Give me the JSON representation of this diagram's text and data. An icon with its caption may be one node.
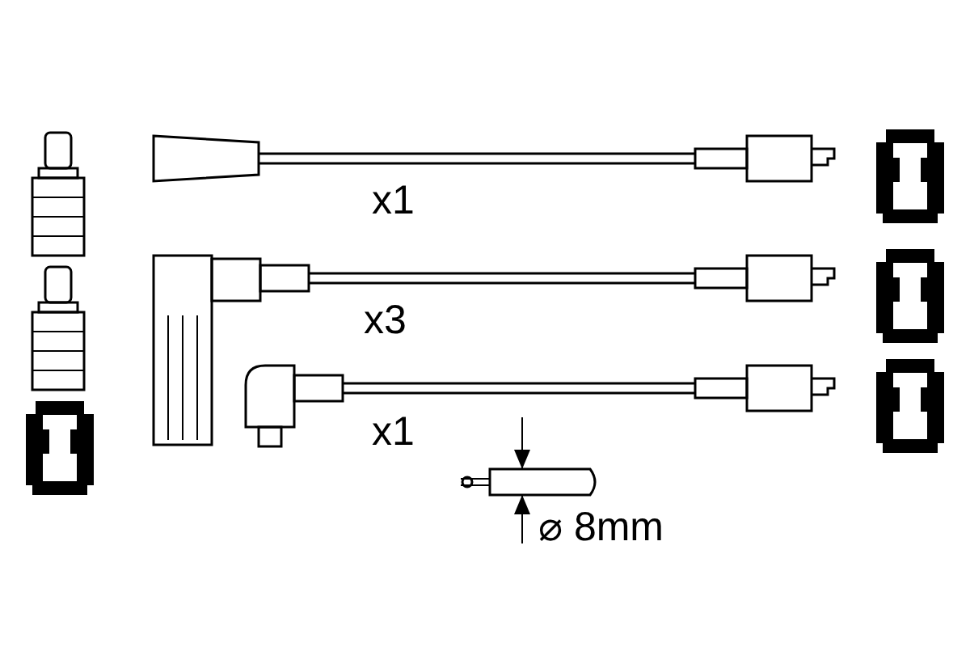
{
  "diagram": {
    "labels": [
      "x1",
      "x3",
      "x1",
      "⌀ 8mm"
    ]
  }
}
